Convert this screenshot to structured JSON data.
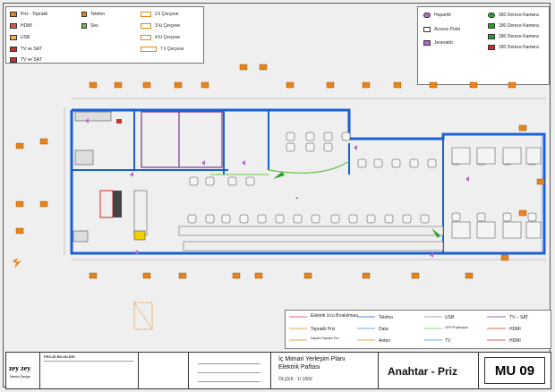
{
  "legend_top_left": {
    "items": [
      {
        "label": "Priz - Topraklı"
      },
      {
        "label": "HDMI"
      },
      {
        "label": "USB"
      },
      {
        "label": "TV ve SAT"
      },
      {
        "label": "TV ve SAT"
      }
    ],
    "items2": [
      {
        "label": "Telefon"
      },
      {
        "label": "Ses"
      }
    ],
    "frames": [
      {
        "label": "2 li Çerçeve"
      },
      {
        "label": "3 lü Çerçeve"
      },
      {
        "label": "4 lü Çerçeve"
      },
      {
        "label": "7 li Çerçeve"
      }
    ]
  },
  "legend_top_right": {
    "items": [
      {
        "label": "Hoparlör"
      },
      {
        "label": "Access Point"
      },
      {
        "label": "Jeneratör"
      }
    ],
    "cameras": [
      {
        "label": "360 Derece Kamera"
      },
      {
        "label": "180 Derece Kamera"
      },
      {
        "label": "180 Derece Kamera"
      },
      {
        "label": "180 Derece Kamera"
      }
    ]
  },
  "legend_bottom": {
    "rows": [
      [
        "Elektrik Ucu Bırakılması",
        "Telefon",
        "USB",
        "TV – SAT"
      ],
      [
        "Topraklı Priz",
        "Data",
        "UPS Projeksiyon",
        "HDMI"
      ],
      [
        "Kapaklı Topraklı Priz",
        "Anten",
        "TV",
        "HDMI"
      ]
    ]
  },
  "title_block": {
    "brand": "zey zey",
    "brand_sub": "Interior Design",
    "project_info_heading": "PROJE BİLGİLERİ",
    "plan_title_1": "İç Mimari Yerleşim Planı",
    "plan_title_2": "Elektrik Paftası",
    "scale": "ÖLÇEK : 1/ 1000",
    "sheet_name": "Anahtar - Priz",
    "sheet_no": "MU 09"
  },
  "colors": {
    "wall_blue": "#1a5fd6",
    "accent_orange": "#e8841a",
    "purple_wall": "#7a3a8c",
    "camera_green": "#2aa02a"
  }
}
